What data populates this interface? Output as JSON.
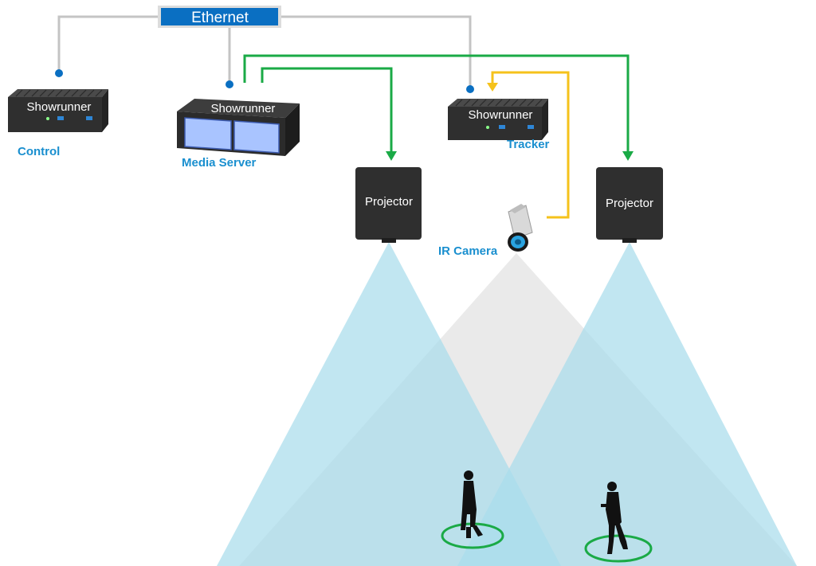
{
  "network": {
    "label": "Ethernet"
  },
  "devices": {
    "control": {
      "name": "Showrunner",
      "role": "Control"
    },
    "media_server": {
      "name": "Showrunner",
      "role": "Media Server"
    },
    "tracker": {
      "name": "Showrunner",
      "role": "Tracker"
    }
  },
  "projectors": [
    {
      "label": "Projector"
    },
    {
      "label": "Projector"
    }
  ],
  "camera": {
    "label": "IR Camera"
  },
  "colors": {
    "ethernet_box": "#0a6fc2",
    "ethernet_line": "#c4c4c4",
    "video_link": "#1aaa46",
    "tracking_link": "#f5c21b",
    "role_label": "#1a8fcf",
    "projection_beam": "#a9dcec",
    "camera_beam": "#e3e3e3",
    "tracking_ring": "#1aaa46"
  },
  "icons": [
    "computer-icon",
    "server-icon",
    "projector-icon",
    "camera-icon",
    "person-icon"
  ]
}
